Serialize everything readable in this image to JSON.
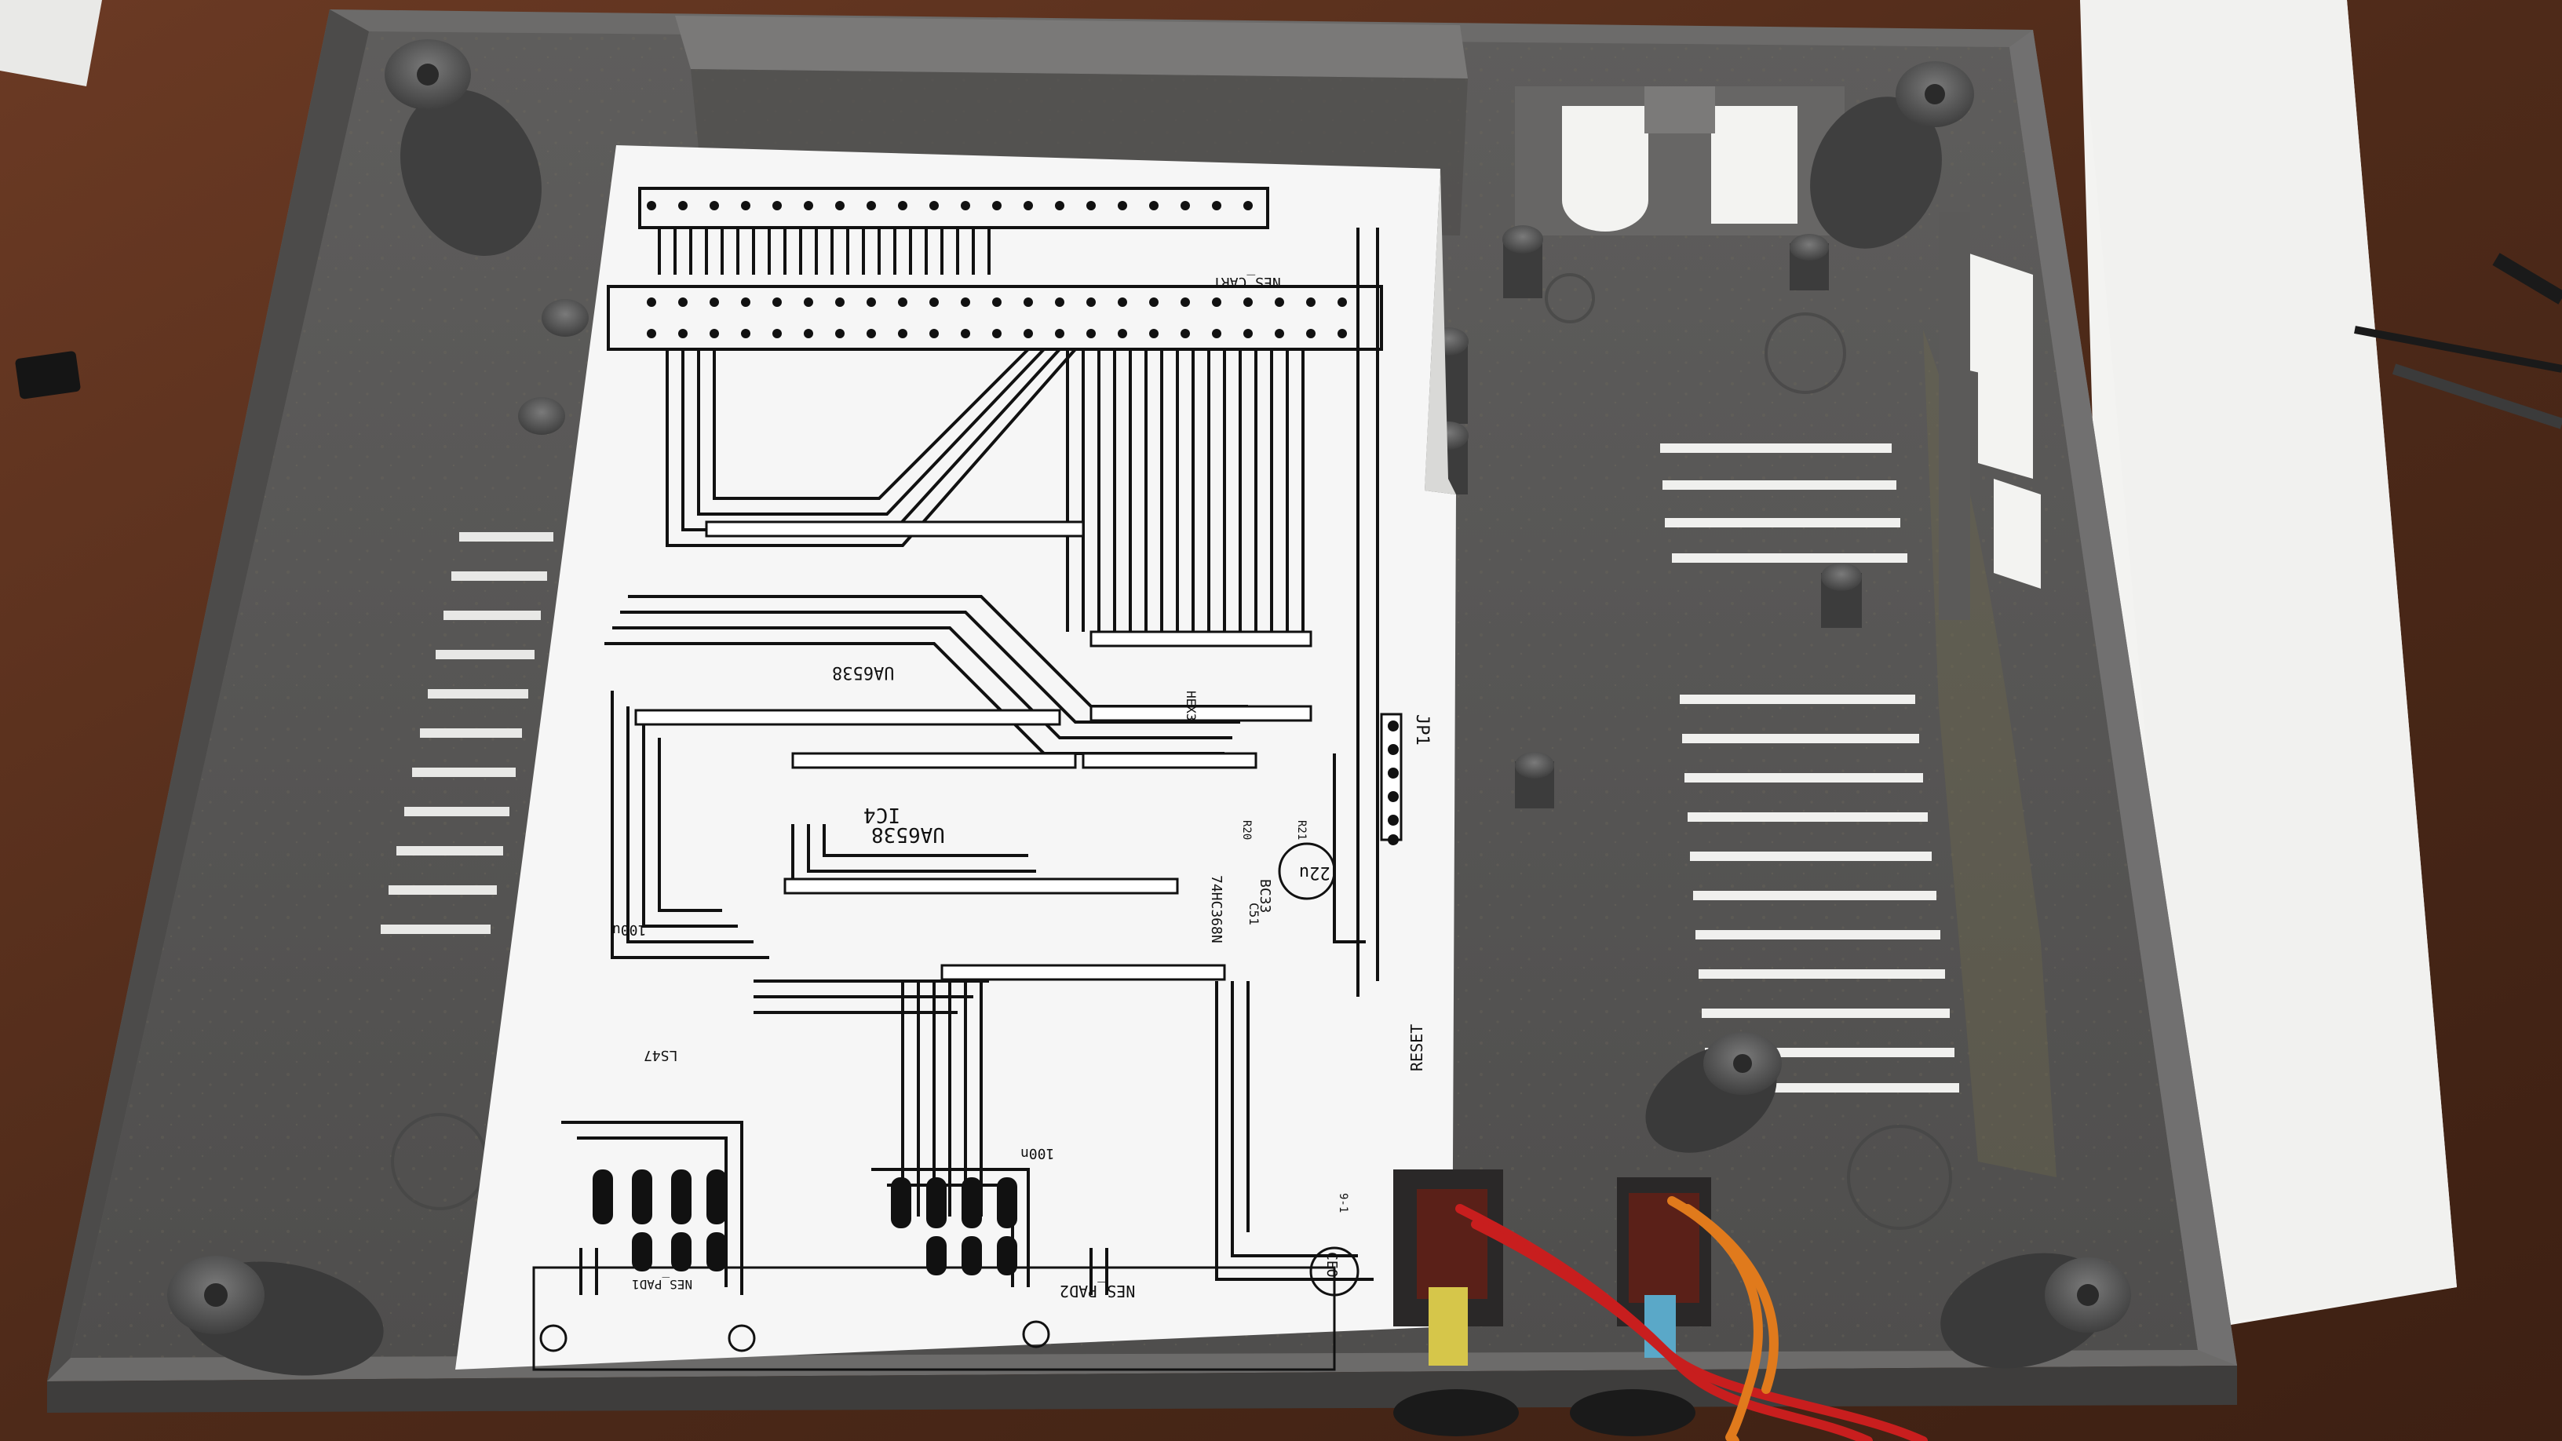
{
  "scene": {
    "subject": "NES console bottom shell",
    "colors": {
      "desk": "#5a3220",
      "white_paper": "#f3f3f1",
      "shell": "#565656",
      "shell_inner": "#4a4847",
      "shell_rim": "#6a6a6a",
      "printout": "#f6f6f6",
      "trace": "#111111",
      "wire_red": "#c81e1e",
      "wire_orange": "#e07a1c",
      "jack_yellow": "#d6c64a"
    }
  },
  "pcb_printout": {
    "labels": {
      "ic_top": "UA6538",
      "ic_main": "UA6538",
      "ic_ref": "IC4",
      "jumper": "JP1",
      "connector": "NES_CART",
      "pad_port": "NES_PAD2",
      "pad_port2": "NES_PAD1",
      "reset": "RESET",
      "cap_22u": "22u",
      "part_100u": "100u",
      "part_100n": "100n",
      "part_hc": "74HC368N",
      "part_bc": "BC33",
      "part_ls": "LS47",
      "part_ceo": "CEO",
      "part_hex": "HEX3",
      "part_c5": "C51",
      "part_r20": "R20",
      "part_r21": "R21",
      "part_9": "9-1"
    }
  }
}
